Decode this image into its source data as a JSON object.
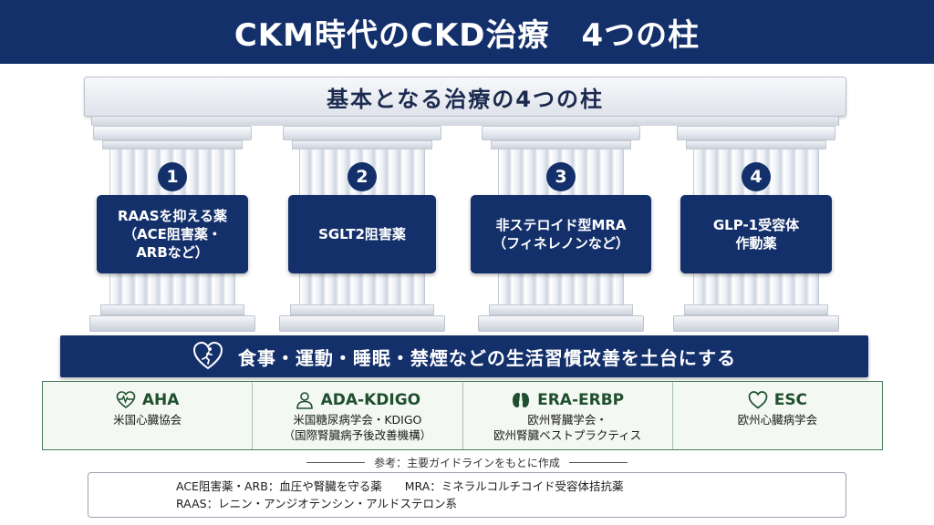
{
  "banner": {
    "title": "CKM時代のCKD治療　4つの柱"
  },
  "roof": {
    "title": "基本となる治療の4つの柱"
  },
  "pillars": [
    {
      "number": "1",
      "lines": [
        "RAASを抑える薬",
        "（ACE阻害薬・",
        "ARBなど）"
      ]
    },
    {
      "number": "2",
      "lines": [
        "SGLT2阻害薬"
      ]
    },
    {
      "number": "3",
      "lines": [
        "非ステロイド型MRA",
        "（フィネレノンなど）"
      ]
    },
    {
      "number": "4",
      "lines": [
        "GLP-1受容体",
        "作動薬"
      ]
    }
  ],
  "foundation": {
    "text": "食事・運動・睡眠・禁煙などの生活習慣改善を土台にする",
    "icon": "heart-runner-icon"
  },
  "organizations": [
    {
      "name": "AHA",
      "icon": "heart-pulse-icon",
      "desc": [
        "米国心臓協会"
      ]
    },
    {
      "name": "ADA-KDIGO",
      "icon": "person-icon",
      "desc": [
        "米国糖尿病学会・KDIGO",
        "（国際腎臓病予後改善機構）"
      ]
    },
    {
      "name": "ERA-ERBP",
      "icon": "kidneys-icon",
      "desc": [
        "欧州腎臓学会・",
        "欧州腎臓ベストプラクティス"
      ]
    },
    {
      "name": "ESC",
      "icon": "heart-outline-icon",
      "desc": [
        "欧州心臓病学会"
      ]
    }
  ],
  "reference": {
    "text": "参考：主要ガイドラインをもとに作成"
  },
  "notes": {
    "line1": "ACE阻害薬・ARB：血圧や腎臓を守る薬　　MRA：ミネラルコルチコイド受容体拮抗薬",
    "line2": "RAAS：レニン・アンジオテンシン・アルドステロン系"
  },
  "colors": {
    "navy": "#14306b",
    "green": "#1f4f2e",
    "pillar": "#eef1f6"
  }
}
